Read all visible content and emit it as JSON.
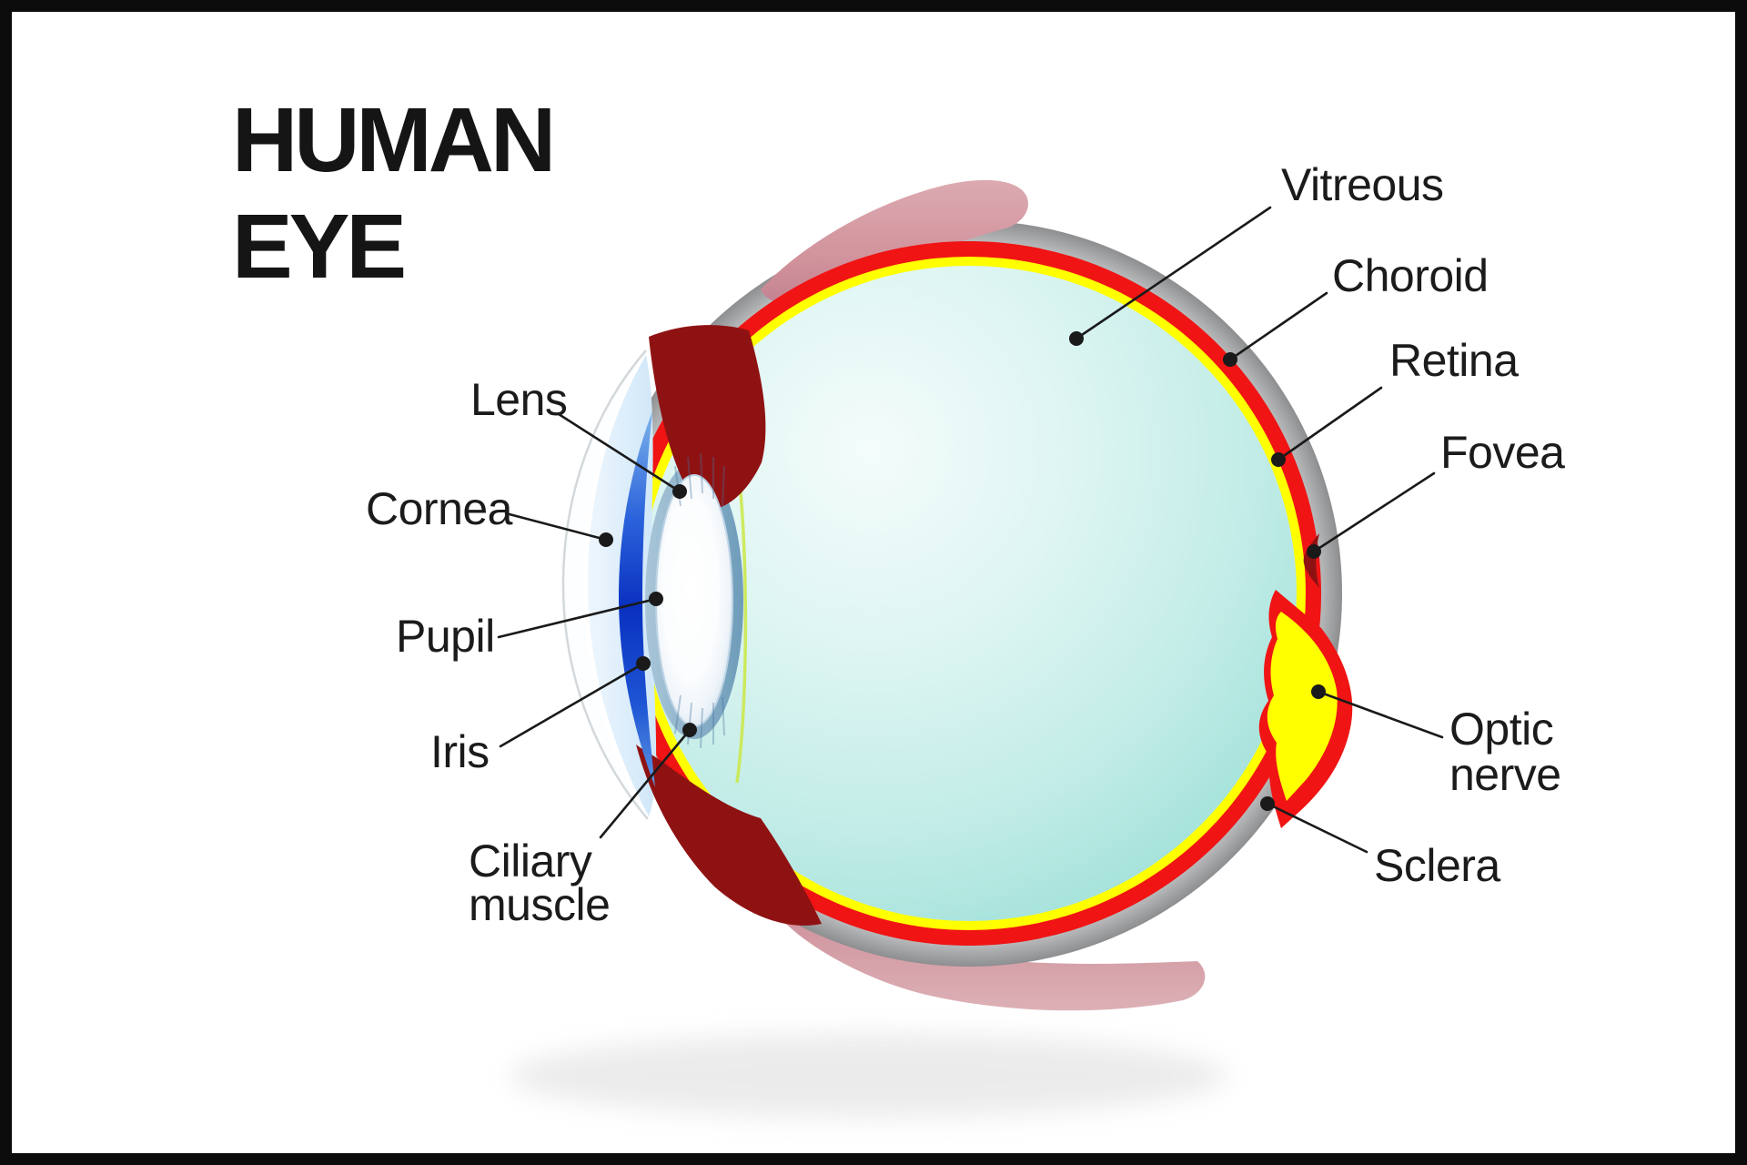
{
  "title": {
    "line1": "HUMAN",
    "line2": "EYE"
  },
  "labels": {
    "vitreous": "Vitreous",
    "choroid": "Choroid",
    "retina": "Retina",
    "fovea": "Fovea",
    "optic_nerve": {
      "line1": "Optic",
      "line2": "nerve"
    },
    "sclera": "Sclera",
    "lens": "Lens",
    "cornea": "Cornea",
    "pupil": "Pupil",
    "iris": "Iris",
    "ciliary_muscle": {
      "line1": "Ciliary",
      "line2": "muscle"
    }
  },
  "colors": {
    "background": "#ffffff",
    "frame_black": "#0c0c0c",
    "text": "#1b1b1b",
    "leader_line": "#1a1a1a",
    "sclera_gray": "#8d8e90",
    "choroid_red": "#f01414",
    "retina_yellow": "#ffff00",
    "vitreous_teal": "#aee7e0",
    "dark_red": "#8f1213",
    "iris_blue": "#0a31c0",
    "lens_white": "#f4f9fd",
    "aqueous_blue": "#d9ecfa",
    "muscle_pink": "#d2949d",
    "hyaloid_green": "#cbe84e"
  }
}
